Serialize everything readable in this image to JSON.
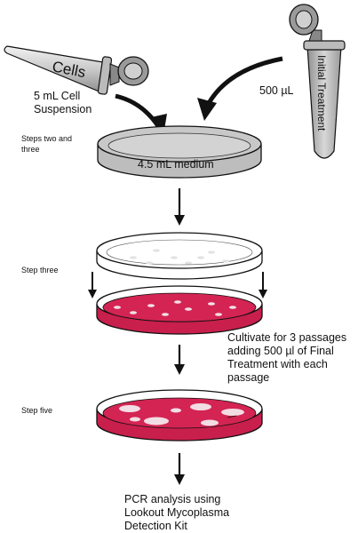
{
  "tube_cells": {
    "label": "Cells"
  },
  "tube_treatment": {
    "label": "Initial Treatment"
  },
  "annotations": {
    "cell_volume": [
      "5 mL Cell",
      "Suspension"
    ],
    "treatment_volume": "500 µL",
    "medium": "4.5 mL medium"
  },
  "steps": {
    "step_two_three": [
      "Steps two and",
      "three"
    ],
    "step_three": "Step three",
    "step_five": "Step five"
  },
  "notes": {
    "cultivate": [
      "Cultivate for 3 passages",
      "adding 500 µl of Final",
      "Treatment with each",
      "passage"
    ],
    "pcr": [
      "PCR analysis using",
      "Lookout  Mycoplasma",
      "Detection Kit"
    ]
  },
  "colors": {
    "medium_gray": "#c8c8c8",
    "culture_red": "#d42453",
    "outline": "#111111"
  }
}
